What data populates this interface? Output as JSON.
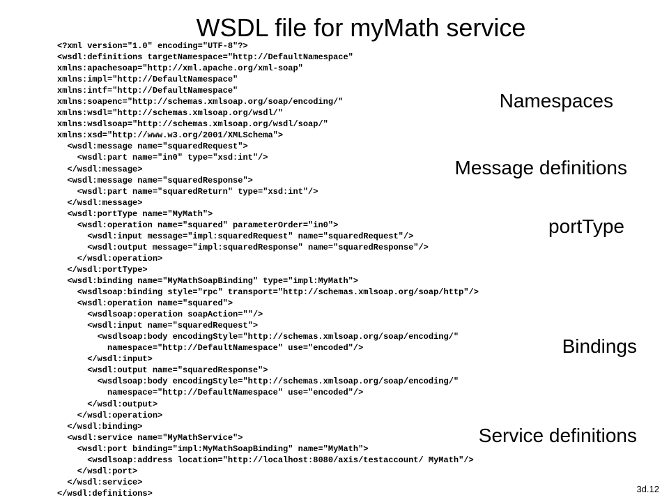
{
  "slide": {
    "title": "WSDL file for myMath service",
    "slide_number": "3d.12"
  },
  "labels": {
    "namespaces": "Namespaces",
    "messages": "Message definitions",
    "port_type": "portType",
    "bindings": "Bindings",
    "service": "Service definitions"
  },
  "code_lines": [
    "<?xml version=\"1.0\" encoding=\"UTF-8\"?>",
    "<wsdl:definitions targetNamespace=\"http://DefaultNamespace\"",
    "xmlns:apachesoap=\"http://xml.apache.org/xml-soap\"",
    "xmlns:impl=\"http://DefaultNamespace\"",
    "xmlns:intf=\"http://DefaultNamespace\"",
    "xmlns:soapenc=\"http://schemas.xmlsoap.org/soap/encoding/\"",
    "xmlns:wsdl=\"http://schemas.xmlsoap.org/wsdl/\"",
    "xmlns:wsdlsoap=\"http://schemas.xmlsoap.org/wsdl/soap/\"",
    "xmlns:xsd=\"http://www.w3.org/2001/XMLSchema\">",
    "  <wsdl:message name=\"squaredRequest\">",
    "    <wsdl:part name=\"in0\" type=\"xsd:int\"/>",
    "  </wsdl:message>",
    "  <wsdl:message name=\"squaredResponse\">",
    "    <wsdl:part name=\"squaredReturn\" type=\"xsd:int\"/>",
    "  </wsdl:message>",
    "  <wsdl:portType name=\"MyMath\">",
    "    <wsdl:operation name=\"squared\" parameterOrder=\"in0\">",
    "      <wsdl:input message=\"impl:squaredRequest\" name=\"squaredRequest\"/>",
    "      <wsdl:output message=\"impl:squaredResponse\" name=\"squaredResponse\"/>",
    "    </wsdl:operation>",
    "  </wsdl:portType>",
    "  <wsdl:binding name=\"MyMathSoapBinding\" type=\"impl:MyMath\">",
    "    <wsdlsoap:binding style=\"rpc\" transport=\"http://schemas.xmlsoap.org/soap/http\"/>",
    "    <wsdl:operation name=\"squared\">",
    "      <wsdlsoap:operation soapAction=\"\"/>",
    "      <wsdl:input name=\"squaredRequest\">",
    "        <wsdlsoap:body encodingStyle=\"http://schemas.xmlsoap.org/soap/encoding/\"",
    "          namespace=\"http://DefaultNamespace\" use=\"encoded\"/>",
    "      </wsdl:input>",
    "      <wsdl:output name=\"squaredResponse\">",
    "        <wsdlsoap:body encodingStyle=\"http://schemas.xmlsoap.org/soap/encoding/\"",
    "          namespace=\"http://DefaultNamespace\" use=\"encoded\"/>",
    "      </wsdl:output>",
    "    </wsdl:operation>",
    "  </wsdl:binding>",
    "  <wsdl:service name=\"MyMathService\">",
    "    <wsdl:port binding=\"impl:MyMathSoapBinding\" name=\"MyMath\">",
    "      <wsdlsoap:address location=\"http://localhost:8080/axis/testaccount/ MyMath\"/>",
    "    </wsdl:port>",
    "  </wsdl:service>",
    "</wsdl:definitions>"
  ]
}
